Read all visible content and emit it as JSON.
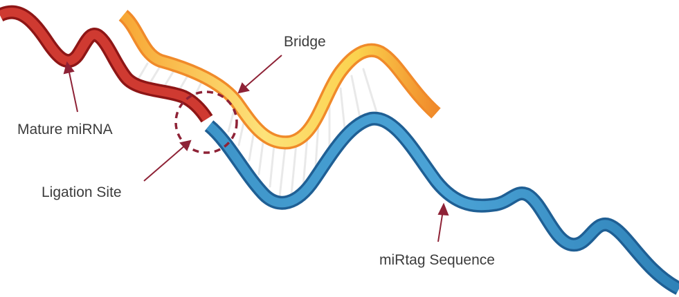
{
  "labels": {
    "bridge": "Bridge",
    "mature_mirna": "Mature miRNA",
    "ligation_site": "Ligation Site",
    "mirtag_sequence": "miRtag Sequence"
  },
  "colors": {
    "mature_mirna": "#c9302c",
    "mature_mirna_dark": "#8e1616",
    "bridge_light": "#fde27a",
    "bridge_mid": "#f8b54a",
    "bridge_dark": "#f08a2a",
    "mirtag": "#3e95c9",
    "mirtag_dark": "#1f5f94",
    "pointer": "#8e2236",
    "ligation_circle": "#8e2236",
    "rungs": "#e9e9e9"
  }
}
